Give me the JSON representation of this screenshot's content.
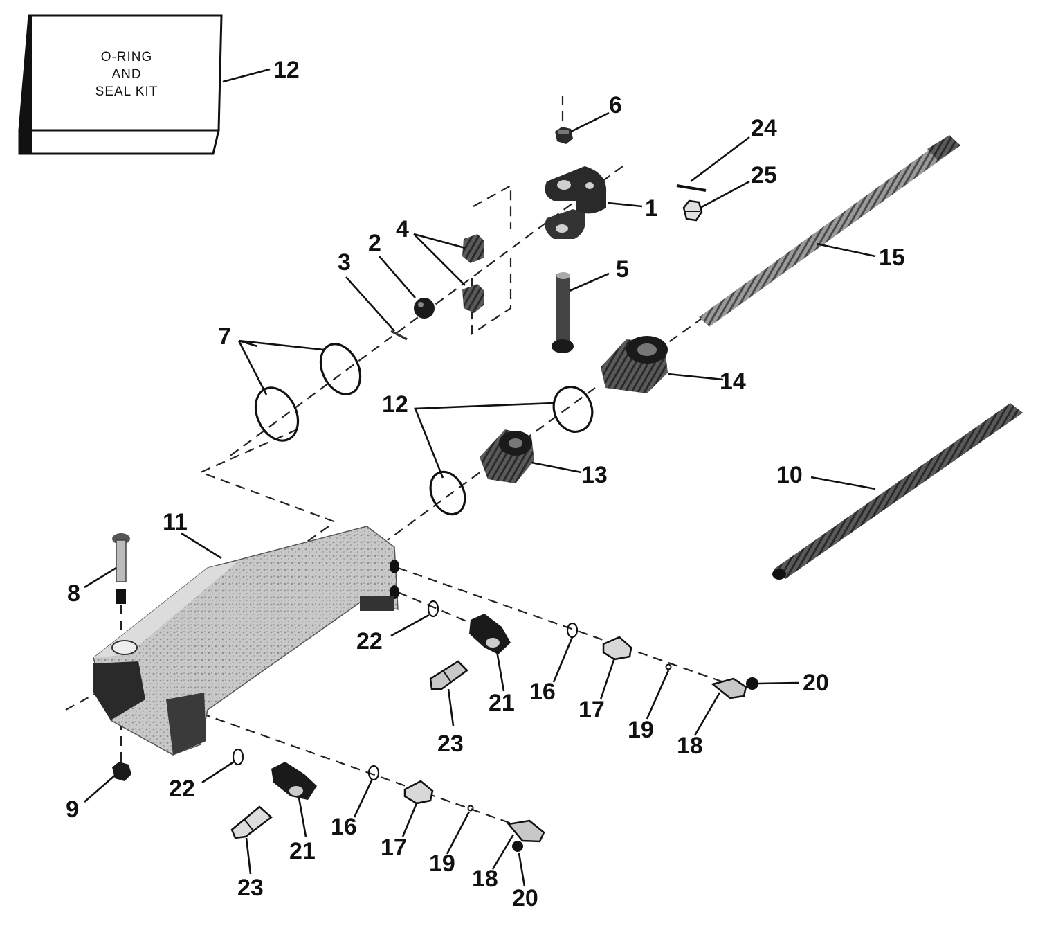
{
  "kit_box": {
    "line1": "O-RING",
    "line2": "AND",
    "line3": "SEAL KIT"
  },
  "callouts": {
    "c1": "1",
    "c2": "2",
    "c3": "3",
    "c4": "4",
    "c5": "5",
    "c6": "6",
    "c7": "7",
    "c8": "8",
    "c9": "9",
    "c10": "10",
    "c11": "11",
    "c12_kit": "12",
    "c12_rings": "12",
    "c13": "13",
    "c14": "14",
    "c15": "15",
    "c16_upper": "16",
    "c16_lower": "16",
    "c17_upper": "17",
    "c17_lower": "17",
    "c18_upper": "18",
    "c18_lower": "18",
    "c19_upper": "19",
    "c19_lower": "19",
    "c20_upper": "20",
    "c20_lower": "20",
    "c21_upper": "21",
    "c21_lower": "21",
    "c22_upper": "22",
    "c22_lower": "22",
    "c23_upper": "23",
    "c23_lower": "23",
    "c24": "24",
    "c25": "25"
  },
  "colors": {
    "ink": "#111111",
    "part_dark": "#2a2a2a",
    "part_mid": "#8a8a8a",
    "part_light": "#d6d6d6"
  }
}
